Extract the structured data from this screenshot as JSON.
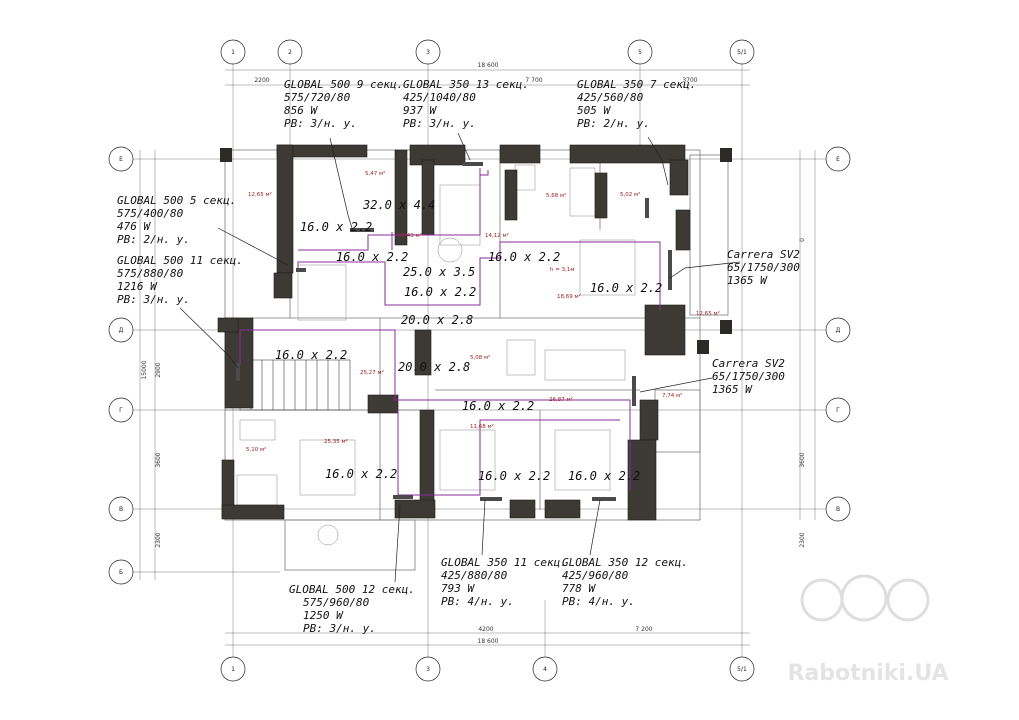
{
  "axes": {
    "top": [
      "1",
      "2",
      "3",
      "5",
      "5/1"
    ],
    "bottom": [
      "1",
      "3",
      "4",
      "5/1"
    ],
    "left": [
      "Е",
      "Д",
      "Г",
      "В",
      "Б"
    ],
    "right": [
      "Е",
      "Д",
      "Г",
      "В"
    ]
  },
  "dimensions": {
    "top_total": "18 600",
    "top_seg": [
      "2200",
      "7 700",
      "3700"
    ],
    "bottom_seg": [
      "4200",
      "7 200"
    ],
    "bottom_total": "18 600",
    "left_total": "15000",
    "left_seg": [
      "2900",
      "3600",
      "2300"
    ],
    "right_seg": [
      "3600",
      "2300"
    ],
    "right_top": "0"
  },
  "radiators": [
    {
      "model": "GLOBAL 500 9 секц.",
      "size": "575/720/80",
      "power": "856 W",
      "pb": "PB: 3/н. у."
    },
    {
      "model": "GLOBAL 350 13 секц.",
      "size": "425/1040/80",
      "power": "937 W",
      "pb": "PB: 3/н. у."
    },
    {
      "model": "GLOBAL 350 7 секц.",
      "size": "425/560/80",
      "power": "505 W",
      "pb": "PB: 2/н. у."
    },
    {
      "model": "GLOBAL 500 5 секц.",
      "size": "575/400/80",
      "power": "476 W",
      "pb": "PB: 2/н. у."
    },
    {
      "model": "GLOBAL 500 11 секц.",
      "size": "575/880/80",
      "power": "1216 W",
      "pb": "PB: 3/н. у."
    },
    {
      "model": "GLOBAL 500 12 секц.",
      "size": "575/960/80",
      "power": "1250 W",
      "pb": "PB: 3/н. у."
    },
    {
      "model": "GLOBAL 350 11 секц.",
      "size": "425/880/80",
      "power": "793 W",
      "pb": "PB: 4/н. у."
    },
    {
      "model": "GLOBAL 350 12 секц.",
      "size": "425/960/80",
      "power": "778 W",
      "pb": "PB: 4/н. у."
    }
  ],
  "convectors": [
    {
      "model": "Carrera SV2",
      "size": "65/1750/300",
      "power": "1365 W"
    },
    {
      "model": "Carrera SV2",
      "size": "65/1750/300",
      "power": "1365 W"
    }
  ],
  "pipes": [
    "16.0 x 2.2",
    "32.0 x 4.4",
    "16.0 x 2.2",
    "25.0 x 3.5",
    "16.0 x 2.2",
    "16.0 x 2.2",
    "16.0 x 2.2",
    "20.0 x 2.8",
    "16.0 x 2.2",
    "20.0 x 2.8",
    "16.0 x 2.2",
    "16.0 x 2.2",
    "16.0 x 2.2",
    "16.0 x 2.2"
  ],
  "areas": [
    "12,65 м²",
    "5,47 м²",
    "17,49 м²",
    "14,12 м²",
    "5,68 м²",
    "5,02 м²",
    "18,69 м²",
    "12,65 м²",
    "25,27 м²",
    "5,08 м²",
    "26,87 м²",
    "7,74 м²",
    "5,10 м²",
    "25,35 м²",
    "11,68 м²"
  ],
  "height_note": "h = 3,1м",
  "watermark": "Rabotniki.UA"
}
